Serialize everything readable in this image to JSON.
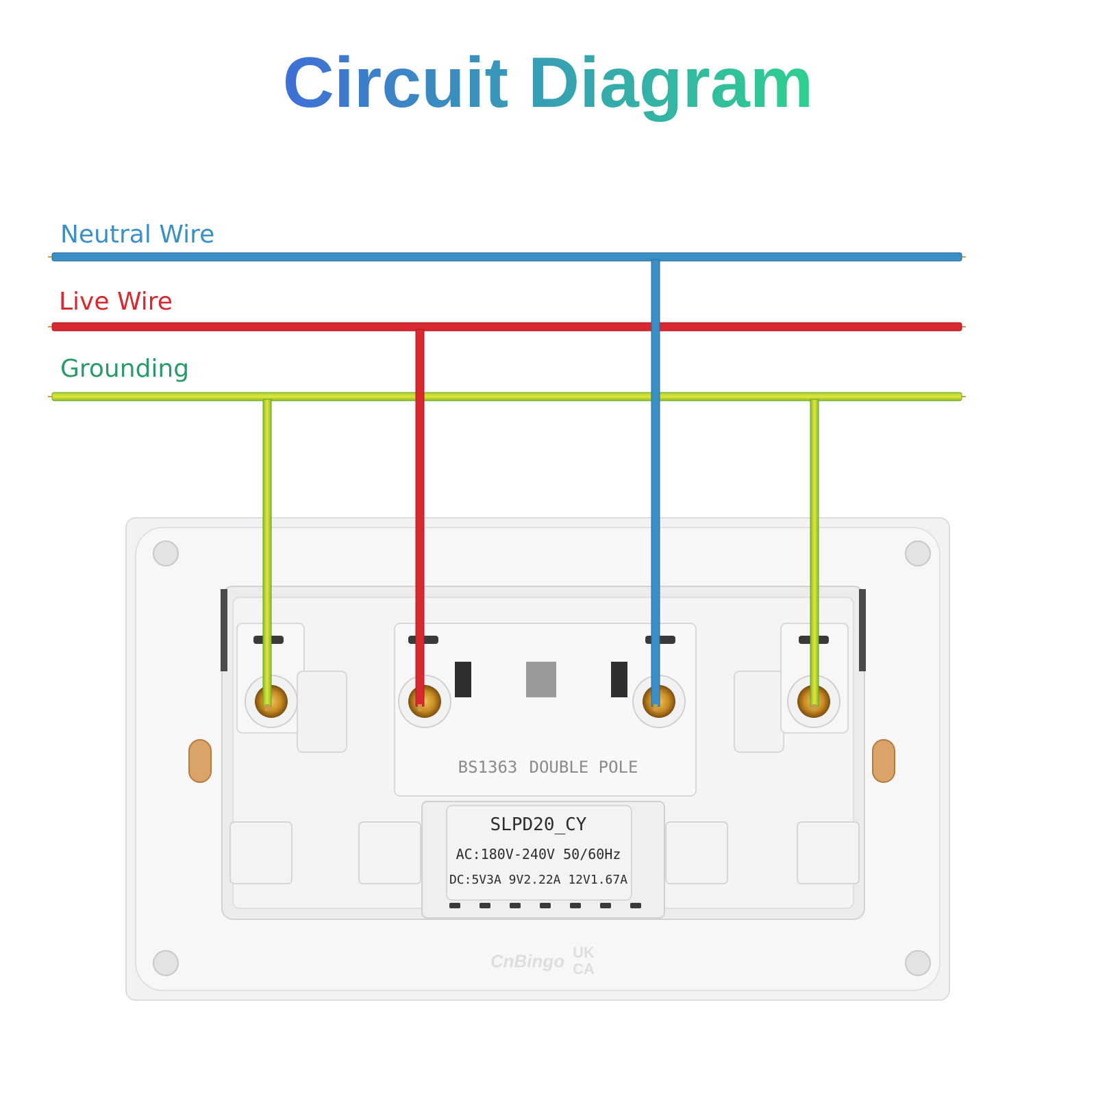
{
  "title": "Circuit Diagram",
  "colors": {
    "title_start": "#3f6fd6",
    "title_end": "#2fd08f",
    "neutral": "#3a8fc4",
    "live": "#d9282f",
    "ground_a": "#7fce2e",
    "ground_b": "#f0e63a"
  },
  "wires": {
    "neutral": {
      "label": "Neutral Wire"
    },
    "live": {
      "label": "Live Wire"
    },
    "ground": {
      "label": "Grounding"
    }
  },
  "socket": {
    "standard": "BS1363",
    "pole": "DOUBLE POLE",
    "model": "SLPD20_CY",
    "ac": "AC:180V-240V 50/60Hz",
    "dc": "DC:5V3A 9V2.22A 12V1.67A",
    "brand": "CnBingo",
    "mark_top": "UK",
    "mark_bottom": "CA"
  }
}
